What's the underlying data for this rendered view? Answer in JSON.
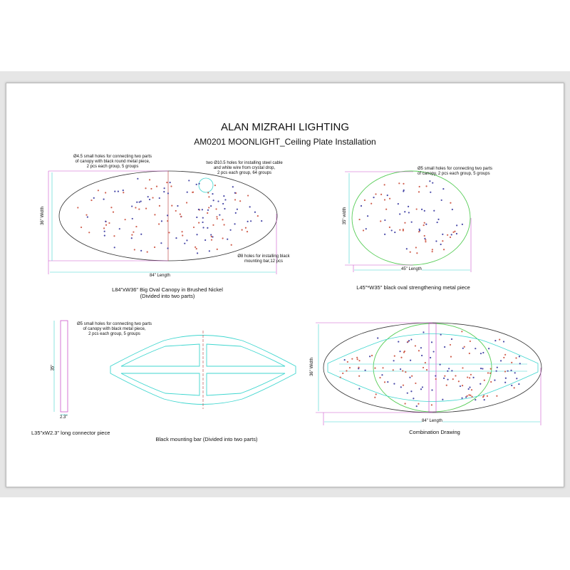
{
  "header": {
    "title": "ALAN MIZRAHI LIGHTING",
    "subtitle": "AM0201 MOONLIGHT_Ceiling Plate Installation"
  },
  "canopy": {
    "note_small_holes": [
      "Ø4.5 small holes for connecting two parts",
      "of canopy with black round metal piece,",
      "2 pcs each group, 5 groups"
    ],
    "note_cable_holes": [
      "two Ø10.5 holes for installing steel cable",
      "and white wire from crystal drop,",
      "2 pcs each group, 64 groups"
    ],
    "note_bar_holes": [
      "Ø8 holes for installing black",
      "mounting bar,12 pcs"
    ],
    "width_label": "36\" Width",
    "length_label": "84\" Length",
    "caption": [
      "L84\"xW36\" Big Oval Canopy in Brushed Nickel",
      "(Divided into two parts)"
    ]
  },
  "strengthening": {
    "note": [
      "Ø5 small holes for connecting two parts",
      "of canopy, 2 pcs each group, 5 groups"
    ],
    "width_label": "35\" width",
    "length_label": "45\" Length",
    "caption": "L45\"*W35\" black oval strengthening metal piece"
  },
  "connector": {
    "note": [
      "Ø5 small holes for connecting two parts",
      "of canopy with black metal piece,",
      "2 pcs each group, 5 groups"
    ],
    "height_label": "35\"",
    "width_label": "2.3\"",
    "caption": "L35\"xW2.3\" long connector piece"
  },
  "mounting_bar": {
    "caption": "Black mounting bar (Divided into two parts)"
  },
  "combination": {
    "width_label": "36\" Width",
    "length_label": "84\" Length",
    "caption": "Combination Drawing"
  },
  "colors": {
    "cyan": "#3fd6cf",
    "magenta": "#cc55cc",
    "green": "#55cc55",
    "red_dot": "#d0604f",
    "blue_dot": "#4a4aa8"
  }
}
